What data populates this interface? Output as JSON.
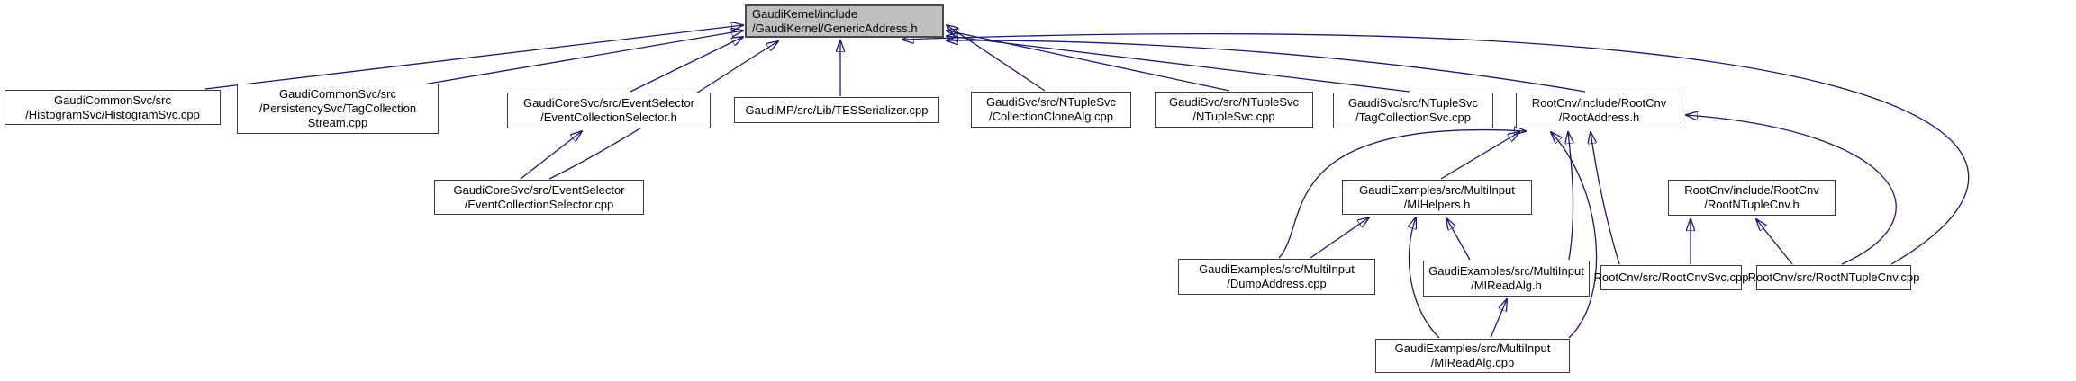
{
  "diagram": {
    "kind": "include-dependency-graph",
    "root": "GaudiKernel/include/GaudiKernel/GenericAddress.h",
    "edge_color": "#191970",
    "current_node_fill": "#bfbfbf",
    "node_fill": "#ffffff"
  },
  "nodes": [
    {
      "id": "genericaddress-h",
      "current": true,
      "label_lines": [
        "GaudiKernel/include",
        "/GaudiKernel/GenericAddress.h"
      ]
    },
    {
      "id": "histogramsvc-cpp",
      "current": false,
      "label_lines": [
        "GaudiCommonSvc/src",
        "/HistogramSvc/HistogramSvc.cpp"
      ]
    },
    {
      "id": "tagcollectionstream-cpp",
      "current": false,
      "label_lines": [
        "GaudiCommonSvc/src",
        "/PersistencySvc/TagCollection",
        "Stream.cpp"
      ]
    },
    {
      "id": "eventcollectionselector-h",
      "current": false,
      "label_lines": [
        "GaudiCoreSvc/src/EventSelector",
        "/EventCollectionSelector.h"
      ]
    },
    {
      "id": "tesserializer-cpp",
      "current": false,
      "label_lines": [
        "GaudiMP/src/Lib/TESSerializer.cpp"
      ]
    },
    {
      "id": "collectionclonealg-cpp",
      "current": false,
      "label_lines": [
        "GaudiSvc/src/NTupleSvc",
        "/CollectionCloneAlg.cpp"
      ]
    },
    {
      "id": "ntuplesvc-cpp",
      "current": false,
      "label_lines": [
        "GaudiSvc/src/NTupleSvc",
        "/NTupleSvc.cpp"
      ]
    },
    {
      "id": "tagcollectionsvc-cpp",
      "current": false,
      "label_lines": [
        "GaudiSvc/src/NTupleSvc",
        "/TagCollectionSvc.cpp"
      ]
    },
    {
      "id": "rootaddress-h",
      "current": false,
      "label_lines": [
        "RootCnv/include/RootCnv",
        "/RootAddress.h"
      ]
    },
    {
      "id": "eventcollectionselector-cpp",
      "current": false,
      "label_lines": [
        "GaudiCoreSvc/src/EventSelector",
        "/EventCollectionSelector.cpp"
      ]
    },
    {
      "id": "mihelpers-h",
      "current": false,
      "label_lines": [
        "GaudiExamples/src/MultiInput",
        "/MIHelpers.h"
      ]
    },
    {
      "id": "rootntuplecnv-h",
      "current": false,
      "label_lines": [
        "RootCnv/include/RootCnv",
        "/RootNTupleCnv.h"
      ]
    },
    {
      "id": "dumpaddress-cpp",
      "current": false,
      "label_lines": [
        "GaudiExamples/src/MultiInput",
        "/DumpAddress.cpp"
      ]
    },
    {
      "id": "mireadalg-h",
      "current": false,
      "label_lines": [
        "GaudiExamples/src/MultiInput",
        "/MIReadAlg.h"
      ]
    },
    {
      "id": "rootcnvsvc-cpp",
      "current": false,
      "label_lines": [
        "RootCnv/src/RootCnvSvc.cpp"
      ]
    },
    {
      "id": "rootntuplecnv-cpp",
      "current": false,
      "label_lines": [
        "RootCnv/src/RootNTupleCnv.cpp"
      ]
    },
    {
      "id": "mireadalg-cpp",
      "current": false,
      "label_lines": [
        "GaudiExamples/src/MultiInput",
        "/MIReadAlg.cpp"
      ]
    }
  ],
  "edges": [
    {
      "from": "histogramsvc-cpp",
      "to": "genericaddress-h"
    },
    {
      "from": "tagcollectionstream-cpp",
      "to": "genericaddress-h"
    },
    {
      "from": "eventcollectionselector-h",
      "to": "genericaddress-h"
    },
    {
      "from": "eventcollectionselector-cpp",
      "to": "genericaddress-h"
    },
    {
      "from": "tesserializer-cpp",
      "to": "genericaddress-h"
    },
    {
      "from": "collectionclonealg-cpp",
      "to": "genericaddress-h"
    },
    {
      "from": "ntuplesvc-cpp",
      "to": "genericaddress-h"
    },
    {
      "from": "tagcollectionsvc-cpp",
      "to": "genericaddress-h"
    },
    {
      "from": "rootaddress-h",
      "to": "genericaddress-h"
    },
    {
      "from": "rootntuplecnv-cpp",
      "to": "genericaddress-h"
    },
    {
      "from": "eventcollectionselector-cpp",
      "to": "eventcollectionselector-h"
    },
    {
      "from": "dumpaddress-cpp",
      "to": "mihelpers-h"
    },
    {
      "from": "dumpaddress-cpp",
      "to": "rootaddress-h"
    },
    {
      "from": "mihelpers-h",
      "to": "rootaddress-h"
    },
    {
      "from": "mireadalg-h",
      "to": "mihelpers-h"
    },
    {
      "from": "mireadalg-h",
      "to": "rootaddress-h"
    },
    {
      "from": "mireadalg-cpp",
      "to": "mireadalg-h"
    },
    {
      "from": "mireadalg-cpp",
      "to": "mihelpers-h"
    },
    {
      "from": "mireadalg-cpp",
      "to": "rootaddress-h"
    },
    {
      "from": "rootcnvsvc-cpp",
      "to": "rootaddress-h"
    },
    {
      "from": "rootcnvsvc-cpp",
      "to": "rootntuplecnv-h"
    },
    {
      "from": "rootntuplecnv-cpp",
      "to": "rootntuplecnv-h"
    },
    {
      "from": "rootntuplecnv-cpp",
      "to": "rootaddress-h"
    }
  ]
}
